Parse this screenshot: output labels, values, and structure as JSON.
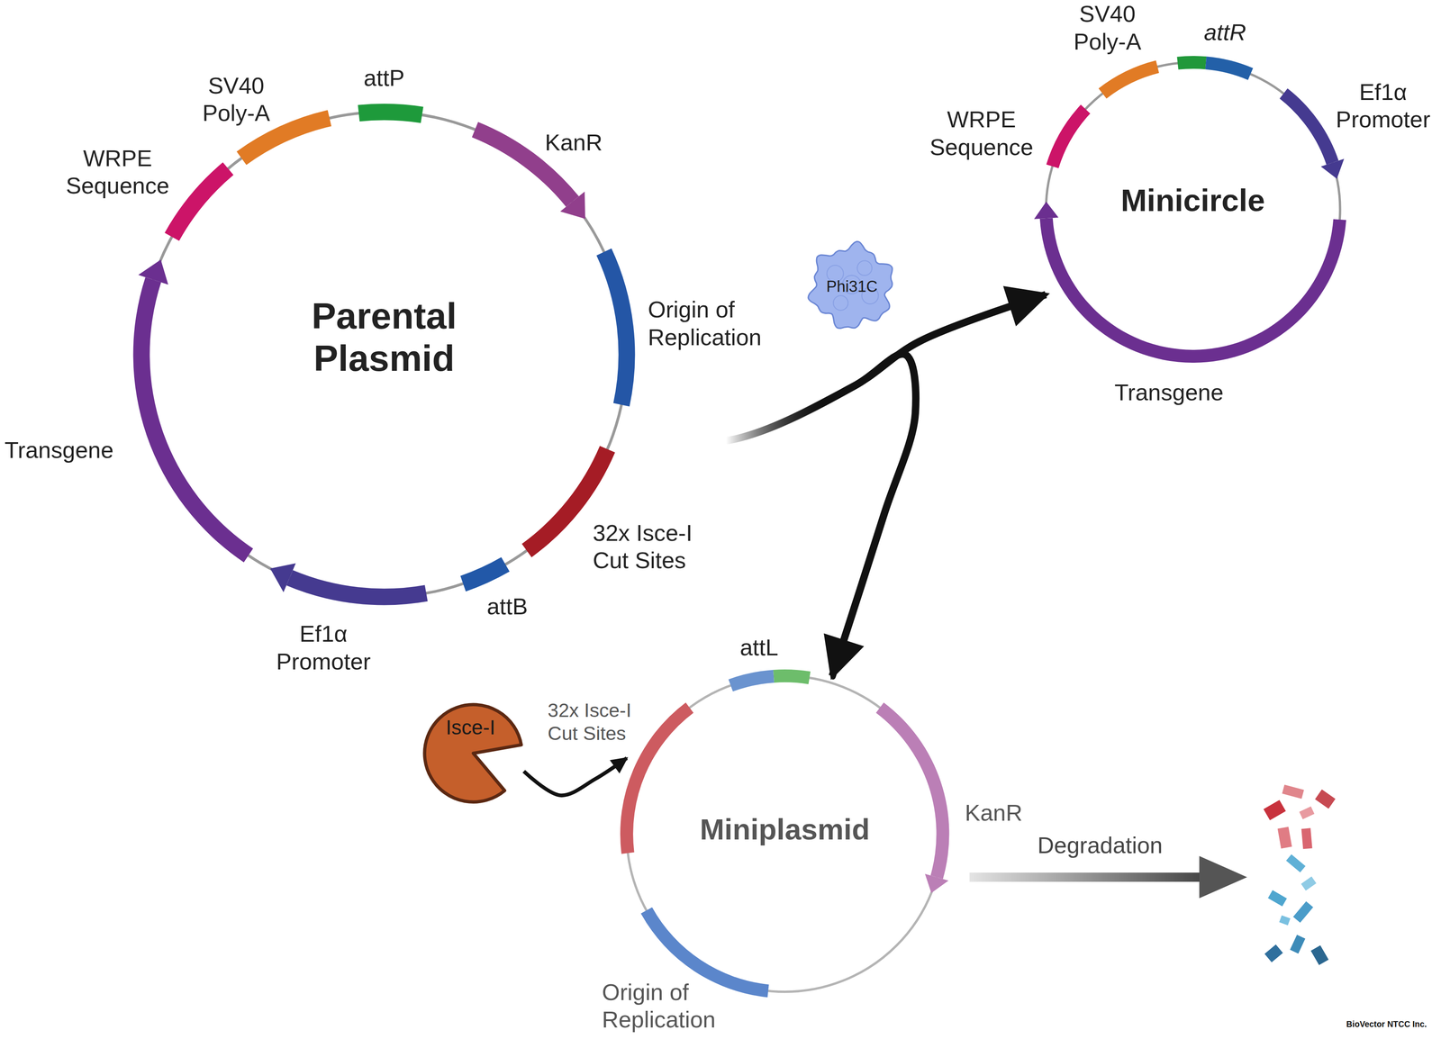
{
  "diagram": {
    "nodes": [
      {
        "text": [
          "Parental Plasmid"
        ]
      },
      {
        "text": [
          "Minicircle"
        ]
      },
      {
        "text": [
          "Phi31C"
        ]
      },
      {
        "text": [
          "Isce-I"
        ]
      },
      {
        "text": [
          "Miniplasmid"
        ]
      }
    ],
    "edges": [
      {
        "from": 0,
        "to": 1,
        "arrow": "to"
      },
      {
        "from": 0,
        "to": 4,
        "arrow": "to"
      },
      {
        "from": 3,
        "to": 4,
        "arrow": "to"
      }
    ],
    "labels": [
      "SV40 Poly-A",
      "attP",
      "WRPE Sequence",
      "KanR",
      "Origin of Replication",
      "Transgene",
      "32x Isce-I Cut Sites",
      "attB",
      "Ef1α Promoter",
      "SV40 Poly-A",
      "attR",
      "Ef1α Promoter",
      "WRPE Sequence",
      "Transgene",
      "attL",
      "32x Isce-I Cut Sites",
      "KanR",
      "Degradation",
      "Origin of Replication",
      "BioVector NTCC Inc."
    ]
  }
}
